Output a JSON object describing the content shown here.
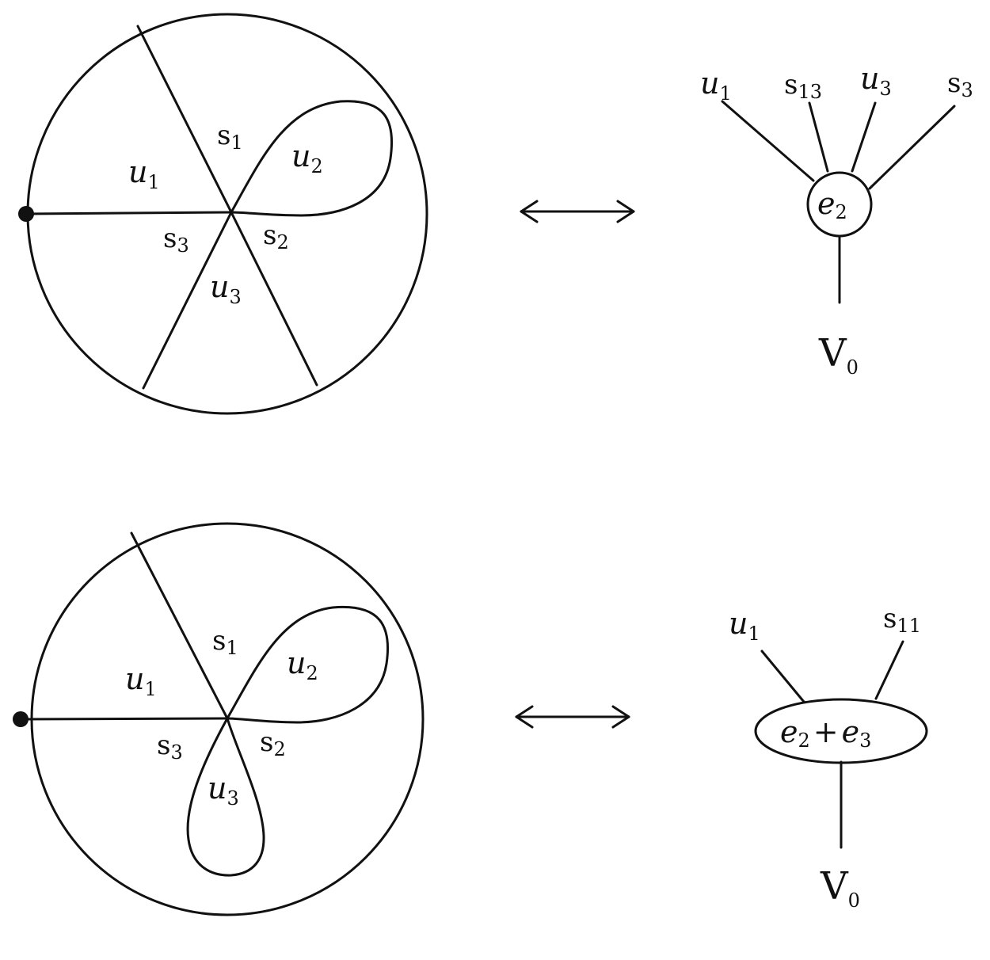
{
  "top": {
    "regions": {
      "u1": "u",
      "u1_sub": "1",
      "u2": "u",
      "u2_sub": "2",
      "u3": "u",
      "u3_sub": "3"
    },
    "separators": {
      "s1": "s",
      "s1_sub": "1",
      "s2": "s",
      "s2_sub": "2",
      "s3": "s",
      "s3_sub": "3"
    },
    "tree": {
      "node": "e",
      "node_sub": "2",
      "leaves": [
        {
          "main": "u",
          "sub": "1"
        },
        {
          "main": "s",
          "sub": "13"
        },
        {
          "main": "u",
          "sub": "3"
        },
        {
          "main": "s",
          "sub": "3"
        }
      ],
      "root": "V",
      "root_sub": "0"
    }
  },
  "bottom": {
    "regions": {
      "u1": "u",
      "u1_sub": "1",
      "u2": "u",
      "u2_sub": "2",
      "u3": "u",
      "u3_sub": "3"
    },
    "separators": {
      "s1": "s",
      "s1_sub": "1",
      "s2": "s",
      "s2_sub": "2",
      "s3": "s",
      "s3_sub": "3"
    },
    "tree": {
      "node_a": "e",
      "node_a_sub": "2",
      "node_plus": "+",
      "node_b": "e",
      "node_b_sub": "3",
      "leaves": [
        {
          "main": "u",
          "sub": "1"
        },
        {
          "main": "s",
          "sub": "11"
        }
      ],
      "root": "V",
      "root_sub": "0"
    }
  },
  "arrow_symbol": "↔"
}
